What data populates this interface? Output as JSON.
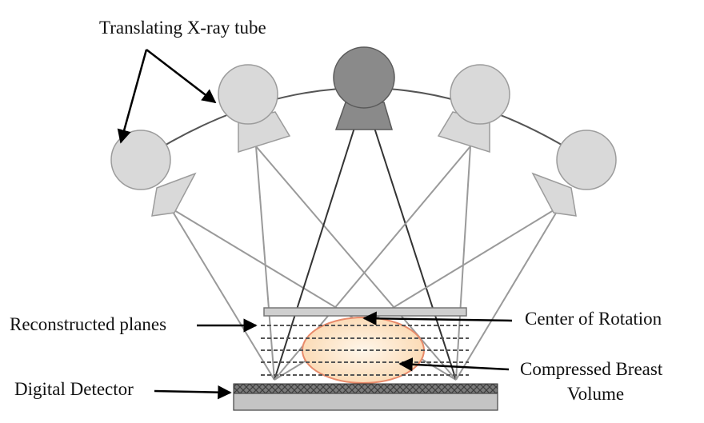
{
  "labels": {
    "tube": "Translating X-ray tube",
    "planes": "Reconstructed planes",
    "detector": "Digital Detector",
    "center": "Center of Rotation",
    "breast_line1": "Compressed Breast",
    "breast_line2": "Volume"
  },
  "tubes": [
    {
      "position": "far-left",
      "shade": "light"
    },
    {
      "position": "left",
      "shade": "light"
    },
    {
      "position": "center",
      "shade": "dark"
    },
    {
      "position": "right",
      "shade": "light"
    },
    {
      "position": "far-right",
      "shade": "light"
    }
  ],
  "colors": {
    "tube_light": "#d9d9d9",
    "tube_dark": "#8a8a8a",
    "tube_outline": "#9c9c9c",
    "beam_light": "#9a9a9a",
    "beam_dark": "#333333",
    "breast_fill": "#fbe3c8",
    "breast_stroke": "#e88a6a",
    "detector_top": "#6f6f6f",
    "detector_base": "#c4c4c4",
    "plane_bar": "#cfcfcf"
  }
}
